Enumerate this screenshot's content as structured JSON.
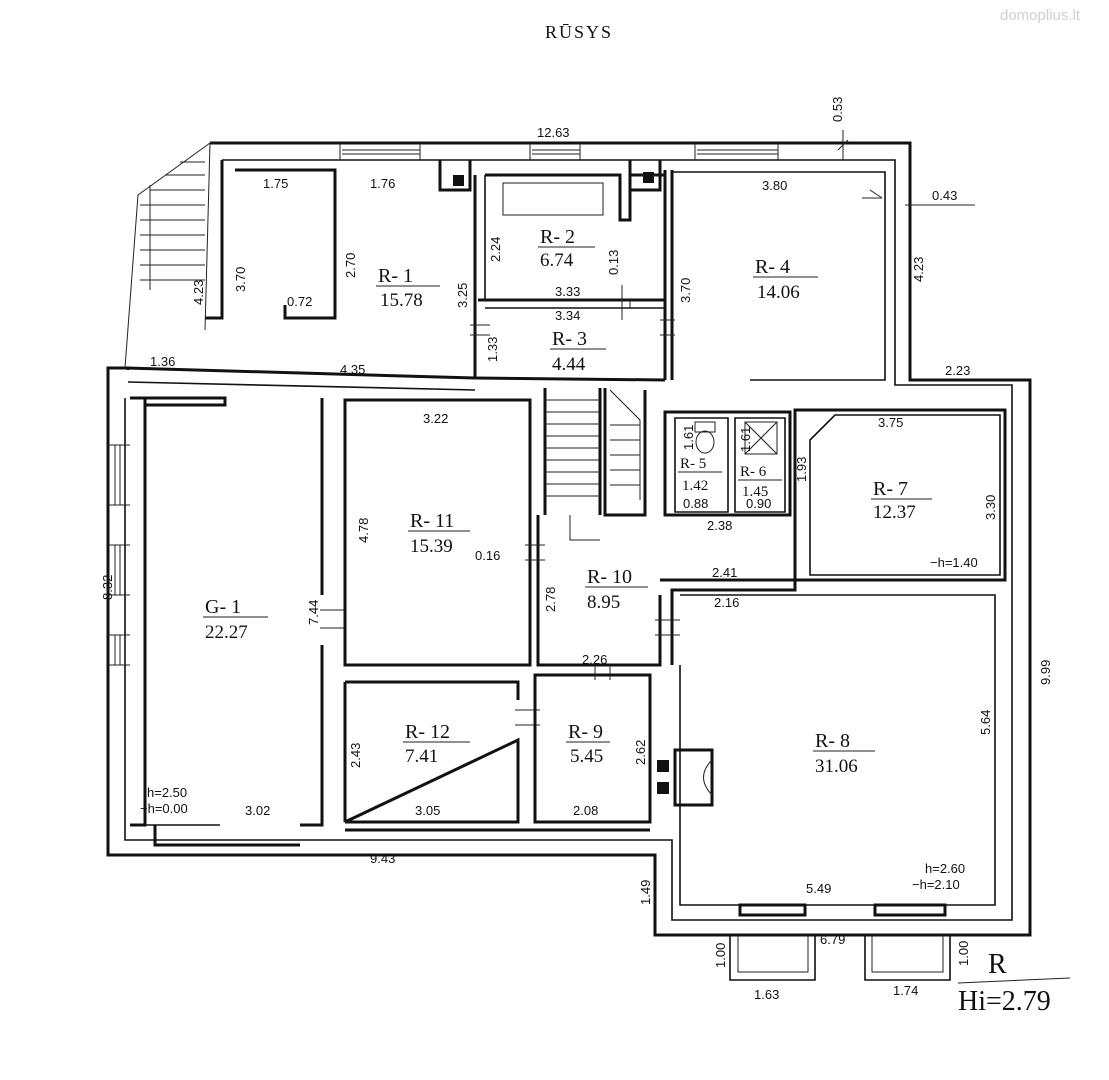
{
  "title": "RŪSYS",
  "watermark": "domoplius.lt",
  "legend": {
    "letter": "R",
    "height": "Hi=2.79"
  },
  "rooms": [
    {
      "id": "R-1",
      "name": "R- 1",
      "area": "15.78"
    },
    {
      "id": "R-2",
      "name": "R- 2",
      "area": "6.74"
    },
    {
      "id": "R-3",
      "name": "R- 3",
      "area": "4.44"
    },
    {
      "id": "R-4",
      "name": "R- 4",
      "area": "14.06"
    },
    {
      "id": "R-5",
      "name": "R- 5",
      "area": "1.42"
    },
    {
      "id": "R-6",
      "name": "R- 6",
      "area": "1.45"
    },
    {
      "id": "R-7",
      "name": "R- 7",
      "area": "12.37"
    },
    {
      "id": "R-8",
      "name": "R- 8",
      "area": "31.06"
    },
    {
      "id": "R-9",
      "name": "R- 9",
      "area": "5.45"
    },
    {
      "id": "R-10",
      "name": "R- 10",
      "area": "8.95"
    },
    {
      "id": "R-11",
      "name": "R- 11",
      "area": "15.39"
    },
    {
      "id": "R-12",
      "name": "R- 12",
      "area": "7.41"
    },
    {
      "id": "G-1",
      "name": "G- 1",
      "area": "22.27"
    }
  ],
  "heights": {
    "g1_h": "h=2.50",
    "g1_minus": "−h=0.00",
    "r7_minus": "−h=1.40",
    "r8_h": "h=2.60",
    "r8_minus": "−h=2.10"
  },
  "dimensions": {
    "top_width": "12.63",
    "top_wall": "0.53",
    "r1_top_left": "1.75",
    "r1_top_right": "1.76",
    "r1_inner_h": "2.70",
    "r1_left_h": "3.70",
    "r1_notch": "0.72",
    "left_stair_h": "4.23",
    "left_bottom": "1.36",
    "r1_bottom": "4.35",
    "r1_right_h": "3.25",
    "r2_left_h": "2.24",
    "r2_wall": "0.13",
    "r2_bottom": "3.33",
    "r3_top": "3.34",
    "r3_left_h": "1.33",
    "r4_left_h": "3.70",
    "r4_top": "3.80",
    "r4_right_h": "4.23",
    "right_wall": "0.43",
    "right_step": "2.23",
    "r11_top": "3.22",
    "r11_left_h": "4.78",
    "r11_wall": "0.16",
    "r5_h": "1.61",
    "r6_h": "1.61",
    "r5_w": "0.88",
    "r6_w": "0.90",
    "r56_total": "2.38",
    "r6_right_h": "1.93",
    "r7_top": "3.75",
    "r7_right_h": "3.30",
    "r10_left_h": "2.78",
    "r10_right_top": "2.41",
    "r8_top": "2.16",
    "r9_top": "2.26",
    "outer_right_h": "9.99",
    "g1_left_h": "8.32",
    "g1_right_h": "7.44",
    "r12_left_h": "2.43",
    "r9_right_h": "2.62",
    "r8_right_h": "5.64",
    "g1_bottom": "3.02",
    "r12_bottom": "3.05",
    "r9_bottom": "2.08",
    "bottom_width": "9.43",
    "step_h": "1.49",
    "r8_bottom": "5.49",
    "r8_outer_bottom": "6.79",
    "pit_left_h": "1.00",
    "pit_right_h": "1.00",
    "pit_left_w": "1.63",
    "pit_right_w": "1.74"
  },
  "colors": {
    "line": "#111111",
    "background": "#ffffff"
  }
}
